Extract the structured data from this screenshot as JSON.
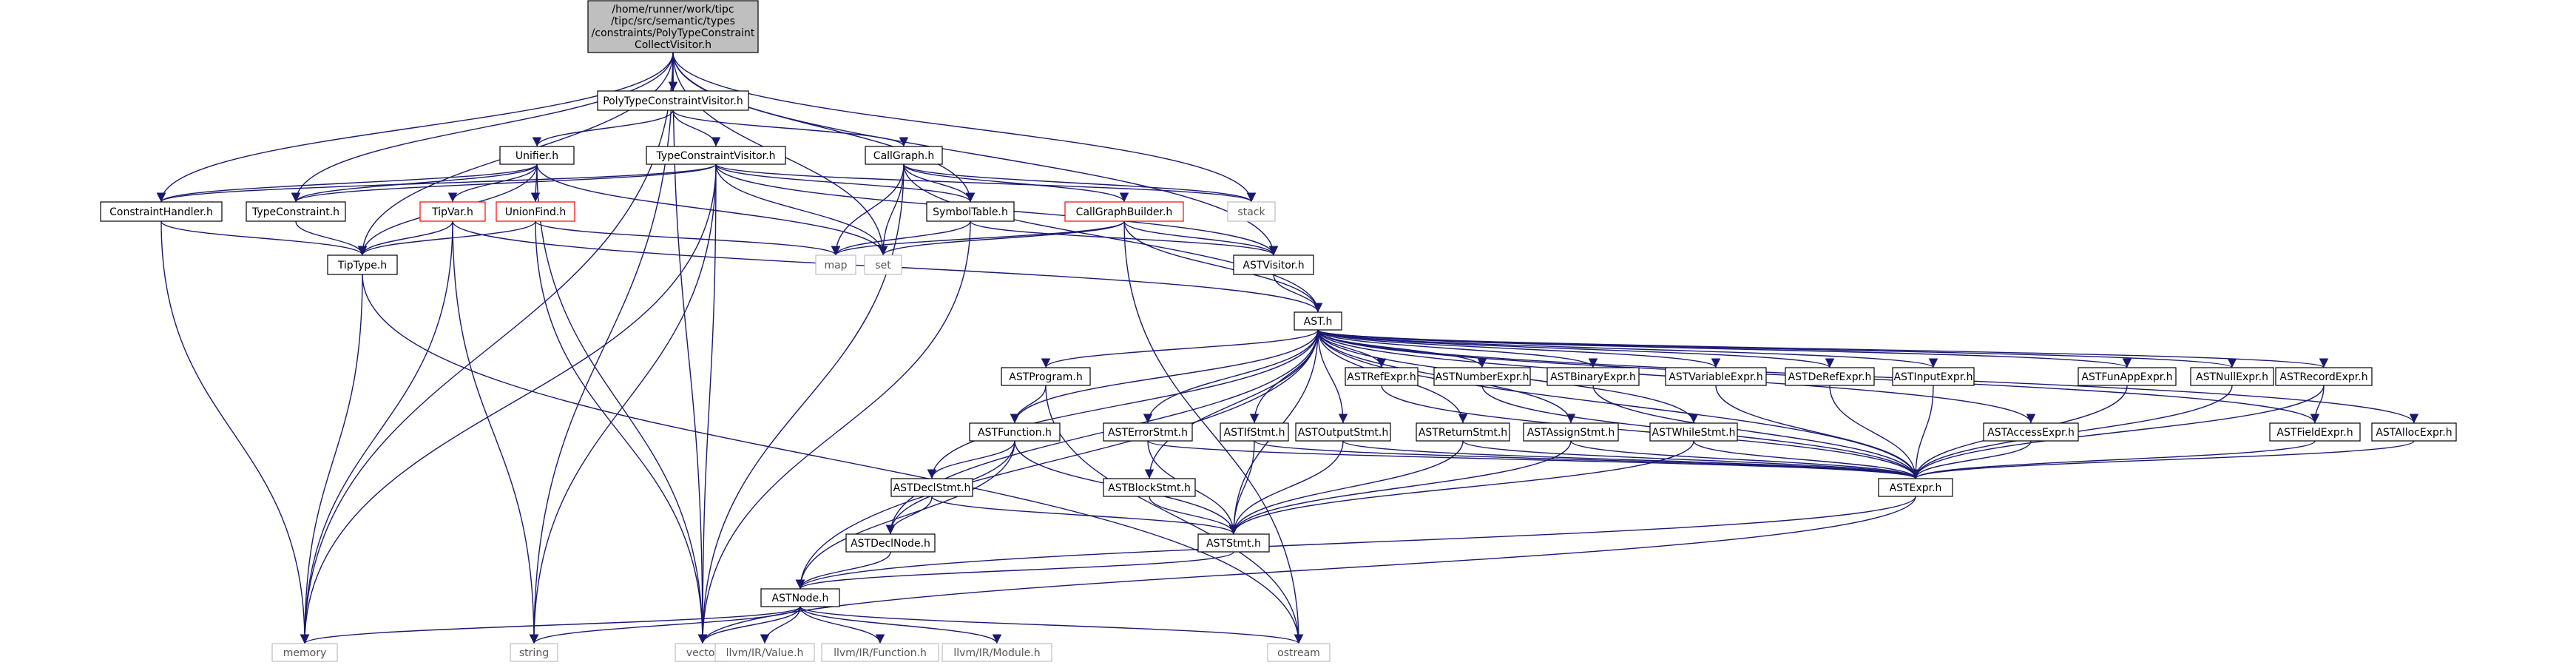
{
  "graph": {
    "nodes": [
      {
        "id": "root",
        "lines": [
          "/home/runner/work/tipc",
          "/tipc/src/semantic/types",
          "/constraints/PolyTypeConstraint",
          "CollectVisitor.h"
        ],
        "style": "root"
      },
      {
        "id": "PolyTypeConstraintVisitor",
        "lines": [
          "PolyTypeConstraintVisitor.h"
        ],
        "style": "normal"
      },
      {
        "id": "Unifier",
        "lines": [
          "Unifier.h"
        ],
        "style": "normal"
      },
      {
        "id": "TypeConstraintVisitor",
        "lines": [
          "TypeConstraintVisitor.h"
        ],
        "style": "normal"
      },
      {
        "id": "CallGraph",
        "lines": [
          "CallGraph.h"
        ],
        "style": "normal"
      },
      {
        "id": "ConstraintHandler",
        "lines": [
          "ConstraintHandler.h"
        ],
        "style": "normal"
      },
      {
        "id": "TypeConstraint",
        "lines": [
          "TypeConstraint.h"
        ],
        "style": "normal"
      },
      {
        "id": "TipVar",
        "lines": [
          "TipVar.h"
        ],
        "style": "red"
      },
      {
        "id": "UnionFind",
        "lines": [
          "UnionFind.h"
        ],
        "style": "red"
      },
      {
        "id": "SymbolTable",
        "lines": [
          "SymbolTable.h"
        ],
        "style": "normal"
      },
      {
        "id": "CallGraphBuilder",
        "lines": [
          "CallGraphBuilder.h"
        ],
        "style": "red"
      },
      {
        "id": "stack",
        "lines": [
          "stack"
        ],
        "style": "system"
      },
      {
        "id": "TipType",
        "lines": [
          "TipType.h"
        ],
        "style": "normal"
      },
      {
        "id": "map",
        "lines": [
          "map"
        ],
        "style": "system"
      },
      {
        "id": "set",
        "lines": [
          "set"
        ],
        "style": "system"
      },
      {
        "id": "ASTVisitor",
        "lines": [
          "ASTVisitor.h"
        ],
        "style": "normal"
      },
      {
        "id": "AST",
        "lines": [
          "AST.h"
        ],
        "style": "normal"
      },
      {
        "id": "ASTProgram",
        "lines": [
          "ASTProgram.h"
        ],
        "style": "normal"
      },
      {
        "id": "ASTRefExpr",
        "lines": [
          "ASTRefExpr.h"
        ],
        "style": "normal"
      },
      {
        "id": "ASTNumberExpr",
        "lines": [
          "ASTNumberExpr.h"
        ],
        "style": "normal"
      },
      {
        "id": "ASTBinaryExpr",
        "lines": [
          "ASTBinaryExpr.h"
        ],
        "style": "normal"
      },
      {
        "id": "ASTVariableExpr",
        "lines": [
          "ASTVariableExpr.h"
        ],
        "style": "normal"
      },
      {
        "id": "ASTDeRefExpr",
        "lines": [
          "ASTDeRefExpr.h"
        ],
        "style": "normal"
      },
      {
        "id": "ASTInputExpr",
        "lines": [
          "ASTInputExpr.h"
        ],
        "style": "normal"
      },
      {
        "id": "ASTFunAppExpr",
        "lines": [
          "ASTFunAppExpr.h"
        ],
        "style": "normal"
      },
      {
        "id": "ASTNullExpr",
        "lines": [
          "ASTNullExpr.h"
        ],
        "style": "normal"
      },
      {
        "id": "ASTRecordExpr",
        "lines": [
          "ASTRecordExpr.h"
        ],
        "style": "normal"
      },
      {
        "id": "ASTFunction",
        "lines": [
          "ASTFunction.h"
        ],
        "style": "normal"
      },
      {
        "id": "ASTErrorStmt",
        "lines": [
          "ASTErrorStmt.h"
        ],
        "style": "normal"
      },
      {
        "id": "ASTIfStmt",
        "lines": [
          "ASTIfStmt.h"
        ],
        "style": "normal"
      },
      {
        "id": "ASTOutputStmt",
        "lines": [
          "ASTOutputStmt.h"
        ],
        "style": "normal"
      },
      {
        "id": "ASTReturnStmt",
        "lines": [
          "ASTReturnStmt.h"
        ],
        "style": "normal"
      },
      {
        "id": "ASTAssignStmt",
        "lines": [
          "ASTAssignStmt.h"
        ],
        "style": "normal"
      },
      {
        "id": "ASTWhileStmt",
        "lines": [
          "ASTWhileStmt.h"
        ],
        "style": "normal"
      },
      {
        "id": "ASTAccessExpr",
        "lines": [
          "ASTAccessExpr.h"
        ],
        "style": "normal"
      },
      {
        "id": "ASTFieldExpr",
        "lines": [
          "ASTFieldExpr.h"
        ],
        "style": "normal"
      },
      {
        "id": "ASTAllocExpr",
        "lines": [
          "ASTAllocExpr.h"
        ],
        "style": "normal"
      },
      {
        "id": "ASTDeclStmt",
        "lines": [
          "ASTDeclStmt.h"
        ],
        "style": "normal"
      },
      {
        "id": "ASTBlockStmt",
        "lines": [
          "ASTBlockStmt.h"
        ],
        "style": "normal"
      },
      {
        "id": "ASTExpr",
        "lines": [
          "ASTExpr.h"
        ],
        "style": "normal"
      },
      {
        "id": "ASTDeclNode",
        "lines": [
          "ASTDeclNode.h"
        ],
        "style": "normal"
      },
      {
        "id": "ASTStmt",
        "lines": [
          "ASTStmt.h"
        ],
        "style": "normal"
      },
      {
        "id": "ASTNode",
        "lines": [
          "ASTNode.h"
        ],
        "style": "normal"
      },
      {
        "id": "memory",
        "lines": [
          "memory"
        ],
        "style": "system"
      },
      {
        "id": "string",
        "lines": [
          "string"
        ],
        "style": "system"
      },
      {
        "id": "vector",
        "lines": [
          "vector"
        ],
        "style": "system"
      },
      {
        "id": "llvmValue",
        "lines": [
          "llvm/IR/Value.h"
        ],
        "style": "system"
      },
      {
        "id": "llvmFunction",
        "lines": [
          "llvm/IR/Function.h"
        ],
        "style": "system"
      },
      {
        "id": "llvmModule",
        "lines": [
          "llvm/IR/Module.h"
        ],
        "style": "system"
      },
      {
        "id": "ostream",
        "lines": [
          "ostream"
        ],
        "style": "system"
      }
    ],
    "edges": [
      [
        "root",
        "PolyTypeConstraintVisitor"
      ],
      [
        "root",
        "ConstraintHandler"
      ],
      [
        "root",
        "TypeConstraint"
      ],
      [
        "root",
        "TipType"
      ],
      [
        "root",
        "SymbolTable"
      ],
      [
        "root",
        "set"
      ],
      [
        "root",
        "stack"
      ],
      [
        "root",
        "ASTVisitor"
      ],
      [
        "root",
        "memory"
      ],
      [
        "root",
        "string"
      ],
      [
        "root",
        "vector"
      ],
      [
        "PolyTypeConstraintVisitor",
        "Unifier"
      ],
      [
        "PolyTypeConstraintVisitor",
        "TypeConstraintVisitor"
      ],
      [
        "PolyTypeConstraintVisitor",
        "CallGraph"
      ],
      [
        "Unifier",
        "ConstraintHandler"
      ],
      [
        "Unifier",
        "TypeConstraint"
      ],
      [
        "Unifier",
        "TipVar"
      ],
      [
        "Unifier",
        "UnionFind"
      ],
      [
        "Unifier",
        "TipType"
      ],
      [
        "Unifier",
        "set"
      ],
      [
        "Unifier",
        "vector"
      ],
      [
        "TypeConstraintVisitor",
        "ConstraintHandler"
      ],
      [
        "TypeConstraintVisitor",
        "TypeConstraint"
      ],
      [
        "TypeConstraintVisitor",
        "SymbolTable"
      ],
      [
        "TypeConstraintVisitor",
        "ASTVisitor"
      ],
      [
        "TypeConstraintVisitor",
        "stack"
      ],
      [
        "TypeConstraintVisitor",
        "set"
      ],
      [
        "TypeConstraintVisitor",
        "memory"
      ],
      [
        "TypeConstraintVisitor",
        "string"
      ],
      [
        "TypeConstraintVisitor",
        "vector"
      ],
      [
        "CallGraph",
        "SymbolTable"
      ],
      [
        "CallGraph",
        "CallGraphBuilder"
      ],
      [
        "CallGraph",
        "map"
      ],
      [
        "CallGraph",
        "set"
      ],
      [
        "CallGraph",
        "AST"
      ],
      [
        "CallGraph",
        "vector"
      ],
      [
        "CallGraph",
        "stack"
      ],
      [
        "ConstraintHandler",
        "TipType"
      ],
      [
        "ConstraintHandler",
        "memory"
      ],
      [
        "TypeConstraint",
        "TipType"
      ],
      [
        "TipVar",
        "TipType"
      ],
      [
        "TipVar",
        "AST"
      ],
      [
        "TipVar",
        "string"
      ],
      [
        "TipVar",
        "memory"
      ],
      [
        "UnionFind",
        "TipType"
      ],
      [
        "UnionFind",
        "map"
      ],
      [
        "UnionFind",
        "vector"
      ],
      [
        "SymbolTable",
        "map"
      ],
      [
        "SymbolTable",
        "ASTVisitor"
      ],
      [
        "SymbolTable",
        "vector"
      ],
      [
        "CallGraphBuilder",
        "map"
      ],
      [
        "CallGraphBuilder",
        "set"
      ],
      [
        "CallGraphBuilder",
        "ASTVisitor"
      ],
      [
        "CallGraphBuilder",
        "AST"
      ],
      [
        "CallGraphBuilder",
        "ostream"
      ],
      [
        "TipType",
        "memory"
      ],
      [
        "TipType",
        "ostream"
      ],
      [
        "ASTVisitor",
        "AST"
      ],
      [
        "AST",
        "ASTProgram"
      ],
      [
        "AST",
        "ASTRefExpr"
      ],
      [
        "AST",
        "ASTNumberExpr"
      ],
      [
        "AST",
        "ASTBinaryExpr"
      ],
      [
        "AST",
        "ASTVariableExpr"
      ],
      [
        "AST",
        "ASTDeRefExpr"
      ],
      [
        "AST",
        "ASTInputExpr"
      ],
      [
        "AST",
        "ASTFunAppExpr"
      ],
      [
        "AST",
        "ASTNullExpr"
      ],
      [
        "AST",
        "ASTRecordExpr"
      ],
      [
        "AST",
        "ASTFieldExpr"
      ],
      [
        "AST",
        "ASTAllocExpr"
      ],
      [
        "AST",
        "ASTFunction"
      ],
      [
        "AST",
        "ASTErrorStmt"
      ],
      [
        "AST",
        "ASTIfStmt"
      ],
      [
        "AST",
        "ASTOutputStmt"
      ],
      [
        "AST",
        "ASTReturnStmt"
      ],
      [
        "AST",
        "ASTAssignStmt"
      ],
      [
        "AST",
        "ASTWhileStmt"
      ],
      [
        "AST",
        "ASTAccessExpr"
      ],
      [
        "AST",
        "ASTDeclStmt"
      ],
      [
        "AST",
        "ASTBlockStmt"
      ],
      [
        "AST",
        "ASTDeclNode"
      ],
      [
        "AST",
        "ASTStmt"
      ],
      [
        "AST",
        "ASTExpr"
      ],
      [
        "AST",
        "ASTNode"
      ],
      [
        "ASTProgram",
        "ASTFunction"
      ],
      [
        "ASTProgram",
        "ostream"
      ],
      [
        "ASTRefExpr",
        "ASTExpr"
      ],
      [
        "ASTNumberExpr",
        "ASTExpr"
      ],
      [
        "ASTBinaryExpr",
        "ASTExpr"
      ],
      [
        "ASTVariableExpr",
        "ASTExpr"
      ],
      [
        "ASTDeRefExpr",
        "ASTExpr"
      ],
      [
        "ASTInputExpr",
        "ASTExpr"
      ],
      [
        "ASTFunAppExpr",
        "ASTExpr"
      ],
      [
        "ASTNullExpr",
        "ASTExpr"
      ],
      [
        "ASTRecordExpr",
        "ASTExpr"
      ],
      [
        "ASTRecordExpr",
        "ASTFieldExpr"
      ],
      [
        "ASTFieldExpr",
        "ASTExpr"
      ],
      [
        "ASTAllocExpr",
        "ASTExpr"
      ],
      [
        "ASTAccessExpr",
        "ASTExpr"
      ],
      [
        "ASTFunction",
        "ASTDeclStmt"
      ],
      [
        "ASTFunction",
        "ASTDeclNode"
      ],
      [
        "ASTFunction",
        "ASTStmt"
      ],
      [
        "ASTFunction",
        "ASTNode"
      ],
      [
        "ASTErrorStmt",
        "ASTStmt"
      ],
      [
        "ASTErrorStmt",
        "ASTExpr"
      ],
      [
        "ASTIfStmt",
        "ASTStmt"
      ],
      [
        "ASTIfStmt",
        "ASTExpr"
      ],
      [
        "ASTOutputStmt",
        "ASTStmt"
      ],
      [
        "ASTOutputStmt",
        "ASTExpr"
      ],
      [
        "ASTReturnStmt",
        "ASTStmt"
      ],
      [
        "ASTReturnStmt",
        "ASTExpr"
      ],
      [
        "ASTAssignStmt",
        "ASTStmt"
      ],
      [
        "ASTAssignStmt",
        "ASTExpr"
      ],
      [
        "ASTWhileStmt",
        "ASTStmt"
      ],
      [
        "ASTWhileStmt",
        "ASTExpr"
      ],
      [
        "ASTDeclStmt",
        "ASTDeclNode"
      ],
      [
        "ASTDeclStmt",
        "ASTStmt"
      ],
      [
        "ASTBlockStmt",
        "ASTStmt"
      ],
      [
        "ASTExpr",
        "ASTNode"
      ],
      [
        "ASTExpr",
        "vector"
      ],
      [
        "ASTDeclNode",
        "ASTNode"
      ],
      [
        "ASTStmt",
        "ASTNode"
      ],
      [
        "ASTNode",
        "memory"
      ],
      [
        "ASTNode",
        "string"
      ],
      [
        "ASTNode",
        "vector"
      ],
      [
        "ASTNode",
        "llvmValue"
      ],
      [
        "ASTNode",
        "llvmFunction"
      ],
      [
        "ASTNode",
        "llvmModule"
      ],
      [
        "ASTNode",
        "ostream"
      ]
    ],
    "colors": {
      "edge": "#191970",
      "border": "#000000",
      "red_border": "#ff0000",
      "system_border": "#bfbfbf",
      "system_text": "#555555",
      "root_fill": "#bfbfbf"
    }
  }
}
